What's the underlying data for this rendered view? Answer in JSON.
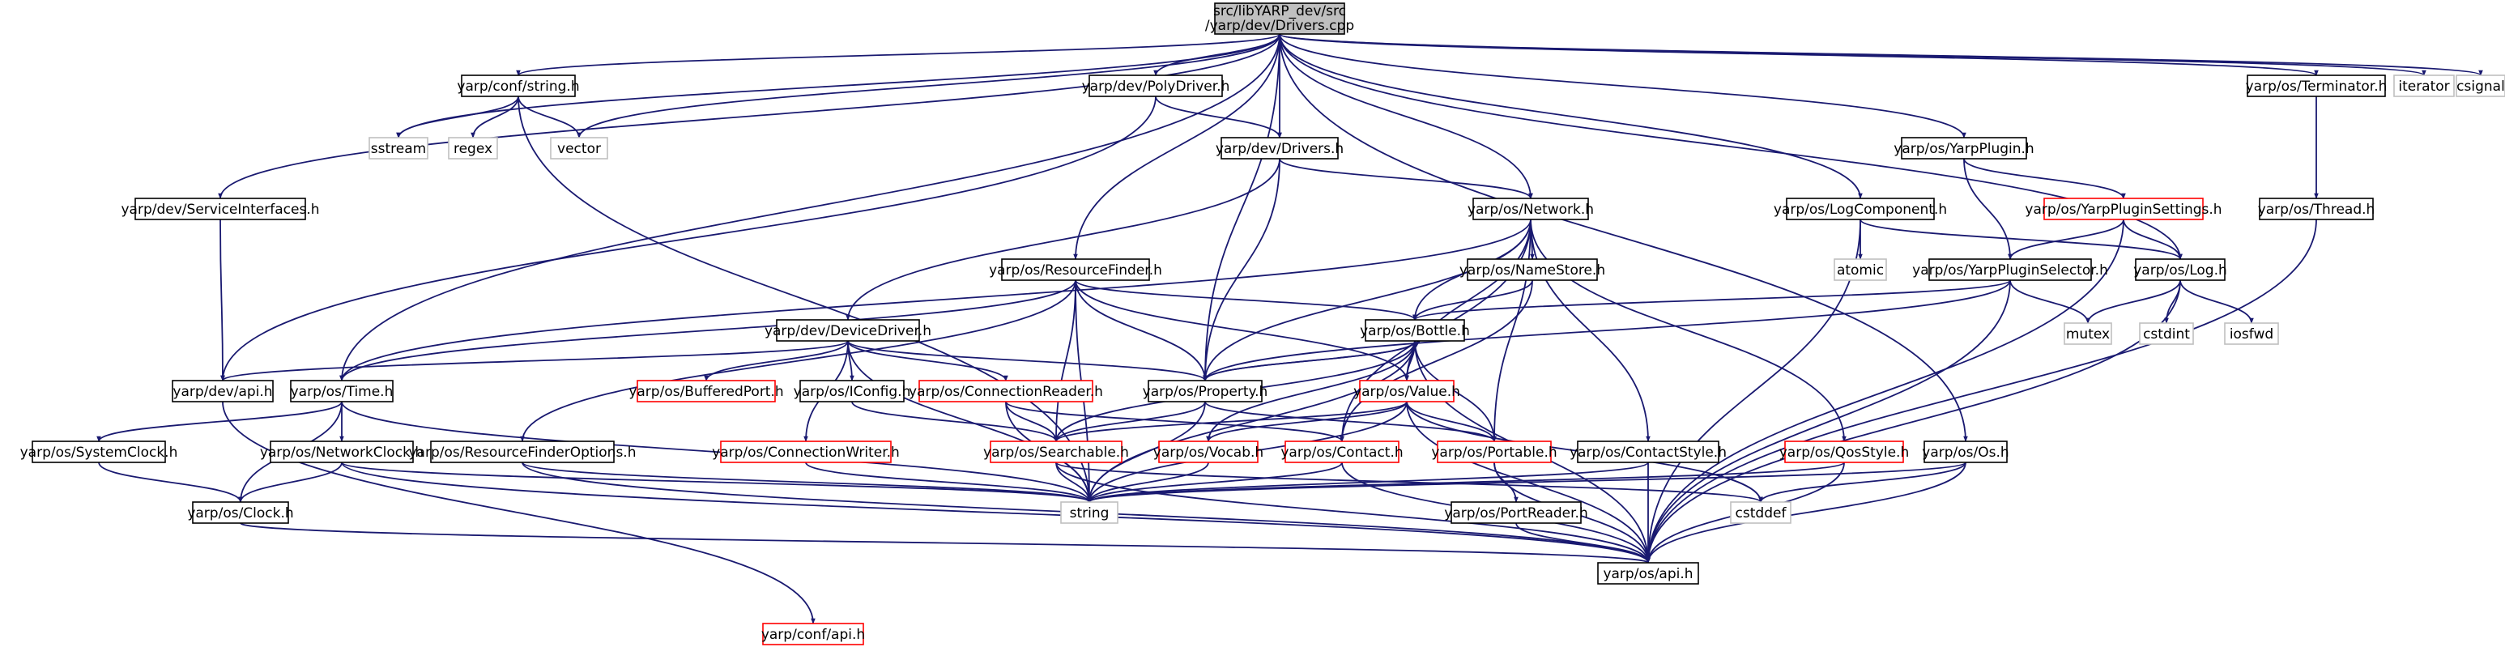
{
  "root": {
    "line1": "src/libYARP_dev/src",
    "line2": "/yarp/dev/Drivers.cpp"
  },
  "colors": {
    "edge": "#191970",
    "root_fill": "#bfbfbf",
    "box_black": "#000000",
    "box_red": "#ff0000",
    "box_gray": "#bfbfbf"
  },
  "nodes": {
    "conf_string": "yarp/conf/string.h",
    "poly": "yarp/dev/PolyDriver.h",
    "terminator": "yarp/os/Terminator.h",
    "iterator": "iterator",
    "csignal": "csignal",
    "sstream": "sstream",
    "regex": "regex",
    "vector": "vector",
    "drivers_h": "yarp/dev/Drivers.h",
    "yarp_plugin": "yarp/os/YarpPlugin.h",
    "service_if": "yarp/dev/ServiceInterfaces.h",
    "network": "yarp/os/Network.h",
    "log_component": "yarp/os/LogComponent.h",
    "plugin_settings": "yarp/os/YarpPluginSettings.h",
    "thread": "yarp/os/Thread.h",
    "resource_finder": "yarp/os/ResourceFinder.h",
    "namestore": "yarp/os/NameStore.h",
    "atomic": "atomic",
    "plugin_selector": "yarp/os/YarpPluginSelector.h",
    "log": "yarp/os/Log.h",
    "bottle": "yarp/os/Bottle.h",
    "device_driver": "yarp/dev/DeviceDriver.h",
    "mutex": "mutex",
    "cstdint": "cstdint",
    "iosfwd": "iosfwd",
    "dev_api": "yarp/dev/api.h",
    "time": "yarp/os/Time.h",
    "buffered_port": "yarp/os/BufferedPort.h",
    "iconfig": "yarp/os/IConfig.h",
    "connection_reader": "yarp/os/ConnectionReader.h",
    "property": "yarp/os/Property.h",
    "value": "yarp/os/Value.h",
    "system_clock": "yarp/os/SystemClock.h",
    "network_clock": "yarp/os/NetworkClock.h",
    "rf_options": "yarp/os/ResourceFinderOptions.h",
    "connection_writer": "yarp/os/ConnectionWriter.h",
    "searchable": "yarp/os/Searchable.h",
    "vocab": "yarp/os/Vocab.h",
    "contact": "yarp/os/Contact.h",
    "portable": "yarp/os/Portable.h",
    "contact_style": "yarp/os/ContactStyle.h",
    "qos_style": "yarp/os/QosStyle.h",
    "os_h": "yarp/os/Os.h",
    "clock": "yarp/os/Clock.h",
    "string": "string",
    "cstddef": "cstddef",
    "port_reader": "yarp/os/PortReader.h",
    "os_api": "yarp/os/api.h",
    "conf_api": "yarp/conf/api.h"
  }
}
